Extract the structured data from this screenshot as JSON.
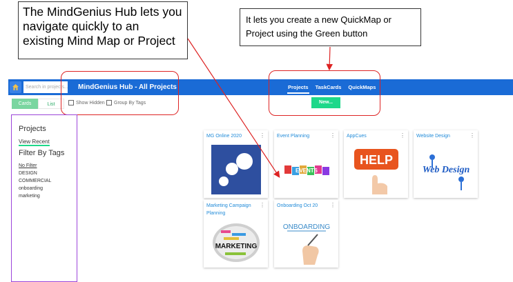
{
  "callouts": {
    "left_text": "The MindGenius Hub lets you navigate quickly to an existing Mind Map or Project",
    "right_text": "It lets you create a new QuickMap or Project using the Green button"
  },
  "header": {
    "search_placeholder": "Search in projects...",
    "title": "MindGenius Hub - All Projects",
    "tabs": [
      {
        "label": "Projects",
        "active": true
      },
      {
        "label": "TaskCards",
        "active": false
      },
      {
        "label": "QuickMaps",
        "active": false
      }
    ],
    "new_button": "New..."
  },
  "toolbar": {
    "view_cards": "Cards",
    "view_list": "List",
    "show_hidden": "Show Hidden",
    "group_by_tags": "Group By Tags"
  },
  "sidebar": {
    "projects_heading": "Projects",
    "view_recent": "View Recent",
    "filter_heading": "Filter By Tags",
    "tags": [
      "No Filter",
      "DESIGN",
      "COMMERCIAL",
      "onboarding",
      "marketing"
    ]
  },
  "cards": [
    {
      "title": "MG Online 2020",
      "menu": "⋮"
    },
    {
      "title": "Event Planning",
      "menu": "⋮"
    },
    {
      "title": "AppCues",
      "menu": "⋮"
    },
    {
      "title": "Website Design",
      "menu": "⋮"
    },
    {
      "title": "Marketing Campaign Planning",
      "menu": "⋮"
    },
    {
      "title": "Onboarding Oct 20",
      "menu": "⋮"
    }
  ],
  "thumb_text": {
    "events": "EVENTS",
    "help": "HELP",
    "web": "Web Design",
    "marketing": "MARKETING",
    "onboarding": "ONBOARDING"
  },
  "colors": {
    "header_blue": "#1a6bd6",
    "new_green": "#1ed88a",
    "annotation_red": "#dd2222",
    "sidebar_outline_purple": "#9b43d9"
  }
}
